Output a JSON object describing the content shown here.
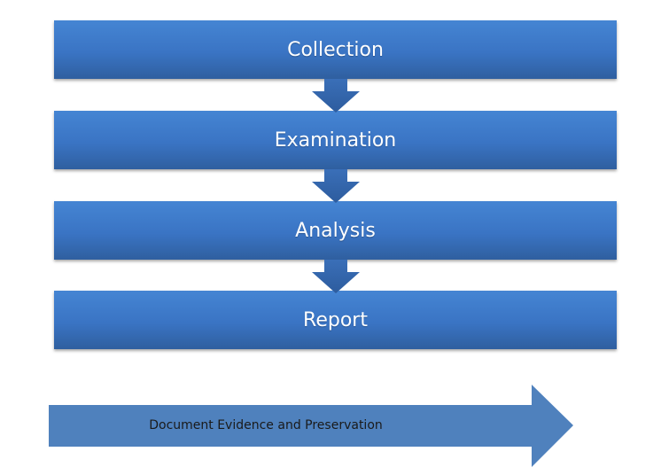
{
  "diagram": {
    "steps": [
      {
        "label": "Collection"
      },
      {
        "label": "Examination"
      },
      {
        "label": "Analysis"
      },
      {
        "label": "Report"
      }
    ],
    "footer_arrow": {
      "label": "Document Evidence and Preservation"
    },
    "colors": {
      "step_fill": "#3b78c9",
      "step_dark": "#2f5f9f",
      "connector_fill": "#3466ad",
      "footer_arrow_fill": "#4f81bd",
      "footer_text": "#1a1a1a"
    }
  }
}
